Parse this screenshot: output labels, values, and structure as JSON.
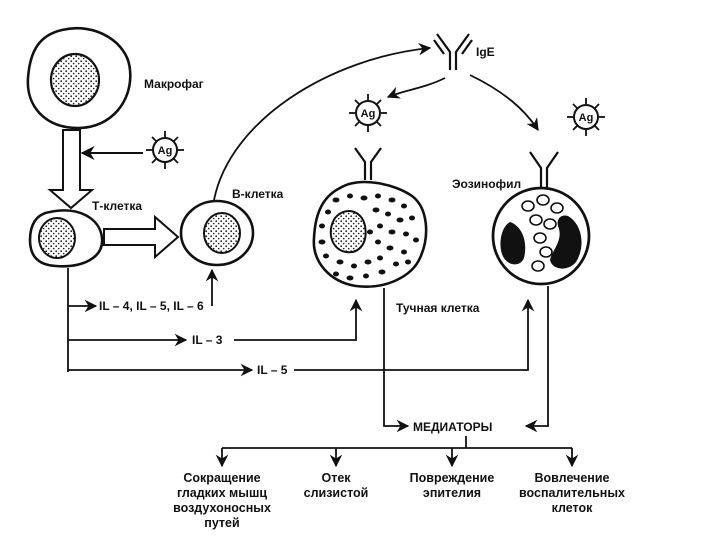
{
  "cells": {
    "macrophage": "Макрофаг",
    "t_cell": "Т-клетка",
    "b_cell": "В-клетка",
    "mast_cell": "Тучная клетка",
    "eosinophil": "Эозинофил"
  },
  "antibody": "IgE",
  "antigen": "Ag",
  "cytokines": {
    "to_b_cell": "IL – 4, IL – 5, IL – 6",
    "to_mast_cell": "IL – 3",
    "to_eosinophil": "IL – 5"
  },
  "mediators": "МЕДИАТОРЫ",
  "outcomes": [
    [
      "Сокращение",
      "гладких мышц",
      "воздухоносных",
      "путей"
    ],
    [
      "Отек",
      "слизистой"
    ],
    [
      "Повреждение",
      "эпителия"
    ],
    [
      "Вовлечение",
      "воспалительных",
      "клеток"
    ]
  ],
  "colors": {
    "ink": "#111111",
    "background": "#ffffff"
  }
}
